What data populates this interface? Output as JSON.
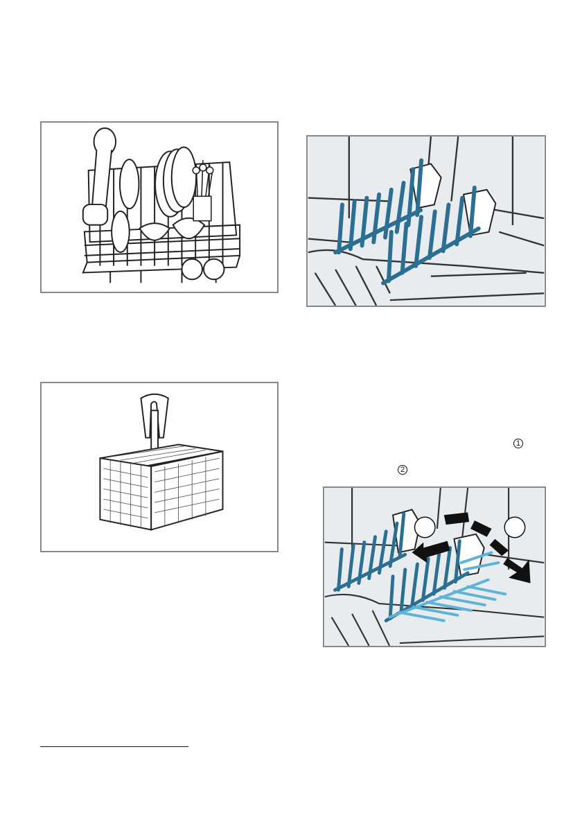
{
  "page": {
    "callouts": [
      {
        "id": "callout-1",
        "text": "1"
      },
      {
        "id": "callout-2",
        "text": "2"
      }
    ]
  },
  "figures": [
    {
      "name": "upper-basket-loaded",
      "subject": "dish-rack-with-dishes"
    },
    {
      "name": "plate-rack-tines",
      "subject": "folding-tines"
    },
    {
      "name": "cutlery-basket",
      "subject": "cutlery-basket"
    },
    {
      "name": "plate-rack-folding",
      "subject": "folding-tines-arrows"
    }
  ],
  "colors": {
    "tine_blue": "#2b6f93",
    "tine_light_blue": "#5fb3d6",
    "frame_border": "#888888",
    "photo_bg": "#e9ecef"
  }
}
